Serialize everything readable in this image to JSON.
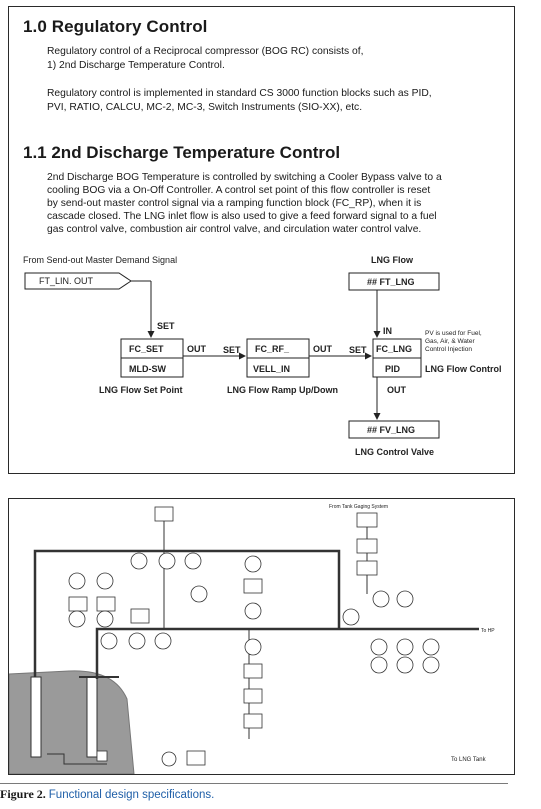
{
  "section1": {
    "heading": "1.0 Regulatory Control",
    "para1_line1": "Regulatory control of a Reciprocal compressor (BOG RC) consists of,",
    "para1_line2": "1) 2nd Discharge Temperature Control.",
    "para2_line1": "Regulatory control is implemented in standard CS 3000 function blocks such as PID,",
    "para2_line2": "PVI, RATIO, CALCU, MC-2, MC-3, Switch Instruments (SIO-XX), etc."
  },
  "section2": {
    "heading": "1.1 2nd Discharge Temperature Control",
    "lines": [
      "2nd Discharge BOG Temperature is controlled by switching a Cooler Bypass valve to a",
      "cooling BOG via a On-Off Controller. A control set point of this flow controller is reset",
      "by send-out master control signal via a ramping function block (FC_RP), when it is",
      "cascade closed. The LNG inlet flow is also used to give a feed forward signal to a fuel",
      "gas control valve, combustion air control valve, and circulation water control valve."
    ]
  },
  "diagram": {
    "from_label": "From Send-out Master Demand Signal",
    "ft_lin": "FT_LIN. OUT",
    "lng_flow": "LNG Flow",
    "ft_lng": "## FT_LNG",
    "set1": "SET",
    "fc_set": "FC_SET",
    "out1": "OUT",
    "mld_sw": "MLD-SW",
    "set2": "SET",
    "fc_rf": "FC_RF_",
    "out2": "OUT",
    "vell_in": "VELL_IN",
    "set3": "SET",
    "in": "IN",
    "fc_lng": "FC_LNG",
    "pid": "PID",
    "out3": "OUT",
    "pv_note_1": "PV is used for Fuel,",
    "pv_note_2": "Gas, Air, & Water",
    "pv_note_3": "Control Injection",
    "lng_flow_control": "LNG Flow Control",
    "set_point_label": "LNG Flow Set Point",
    "ramp_label": "LNG Flow Ramp Up/Down",
    "fv_lng": "## FV_LNG",
    "control_valve": "LNG Control Valve"
  },
  "pid_drawing": {
    "top_label": "From Tank Gaging System",
    "to_tank": "To LNG Tank",
    "to_hp": "To HP"
  },
  "caption": {
    "figure": "Figure 2.",
    "text": "Functional design specifications."
  }
}
